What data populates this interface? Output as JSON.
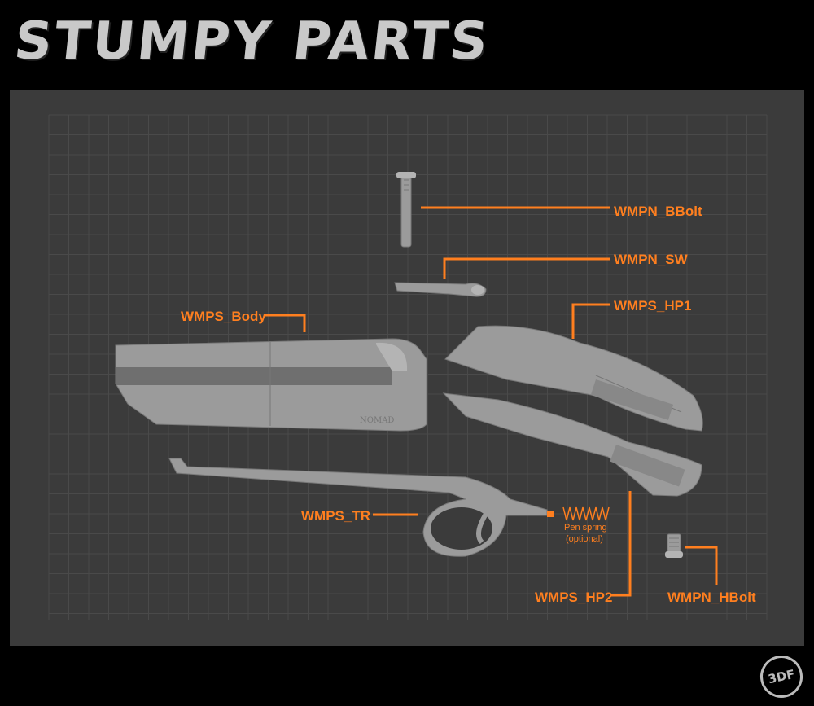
{
  "title": "STUMPY PARTS",
  "logo_text": "3DF",
  "engraving": "NOMAD",
  "colors": {
    "accent": "#ff7f1f",
    "panel": "#3b3b3b",
    "part": "#9b9b9b"
  },
  "labels": {
    "bbolt": "WMPN_BBolt",
    "sw": "WMPN_SW",
    "body": "WMPS_Body",
    "hp1": "WMPS_HP1",
    "tr": "WMPS_TR",
    "spring_line1": "Pen spring",
    "spring_line2": "(optional)",
    "hp2": "WMPS_HP2",
    "hbolt": "WMPN_HBolt"
  }
}
